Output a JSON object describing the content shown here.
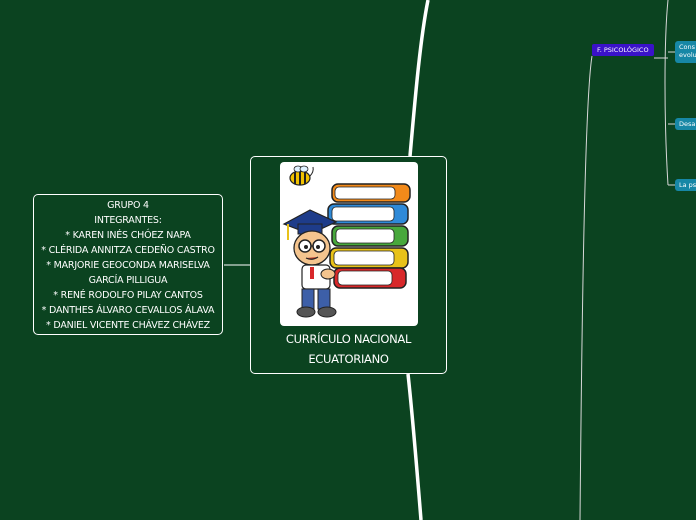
{
  "group_box": {
    "lines": [
      "GRUPO 4",
      "INTEGRANTES:",
      "* KAREN INÉS CHÓEZ NAPA",
      "* CLÉRIDA ANNITZA CEDEÑO CASTRO",
      "* MARJORIE GEOCONDA MARISELVA",
      "GARCÍA PILLIGUA",
      "* RENÉ RODOLFO PILAY CANTOS",
      "* DANTHES ÁLVARO CEVALLOS ÁLAVA",
      "* DANIEL VICENTE CHÁVEZ CHÁVEZ"
    ]
  },
  "center_node": {
    "title_line1": "CURRÍCULO NACIONAL",
    "title_line2": "ECUATORIANO",
    "image": "student-carrying-books-illustration"
  },
  "branch": {
    "label": "F. PSICOLÓGICO",
    "color": "#3a12c9"
  },
  "subtopics": [
    {
      "line1": "Cons",
      "line2": "evolu"
    },
    {
      "line1": "Desa"
    },
    {
      "line1": "La ps"
    }
  ],
  "colors": {
    "background": "#0b4320",
    "subtopic": "#1787a6",
    "connector": "#ffffff"
  }
}
